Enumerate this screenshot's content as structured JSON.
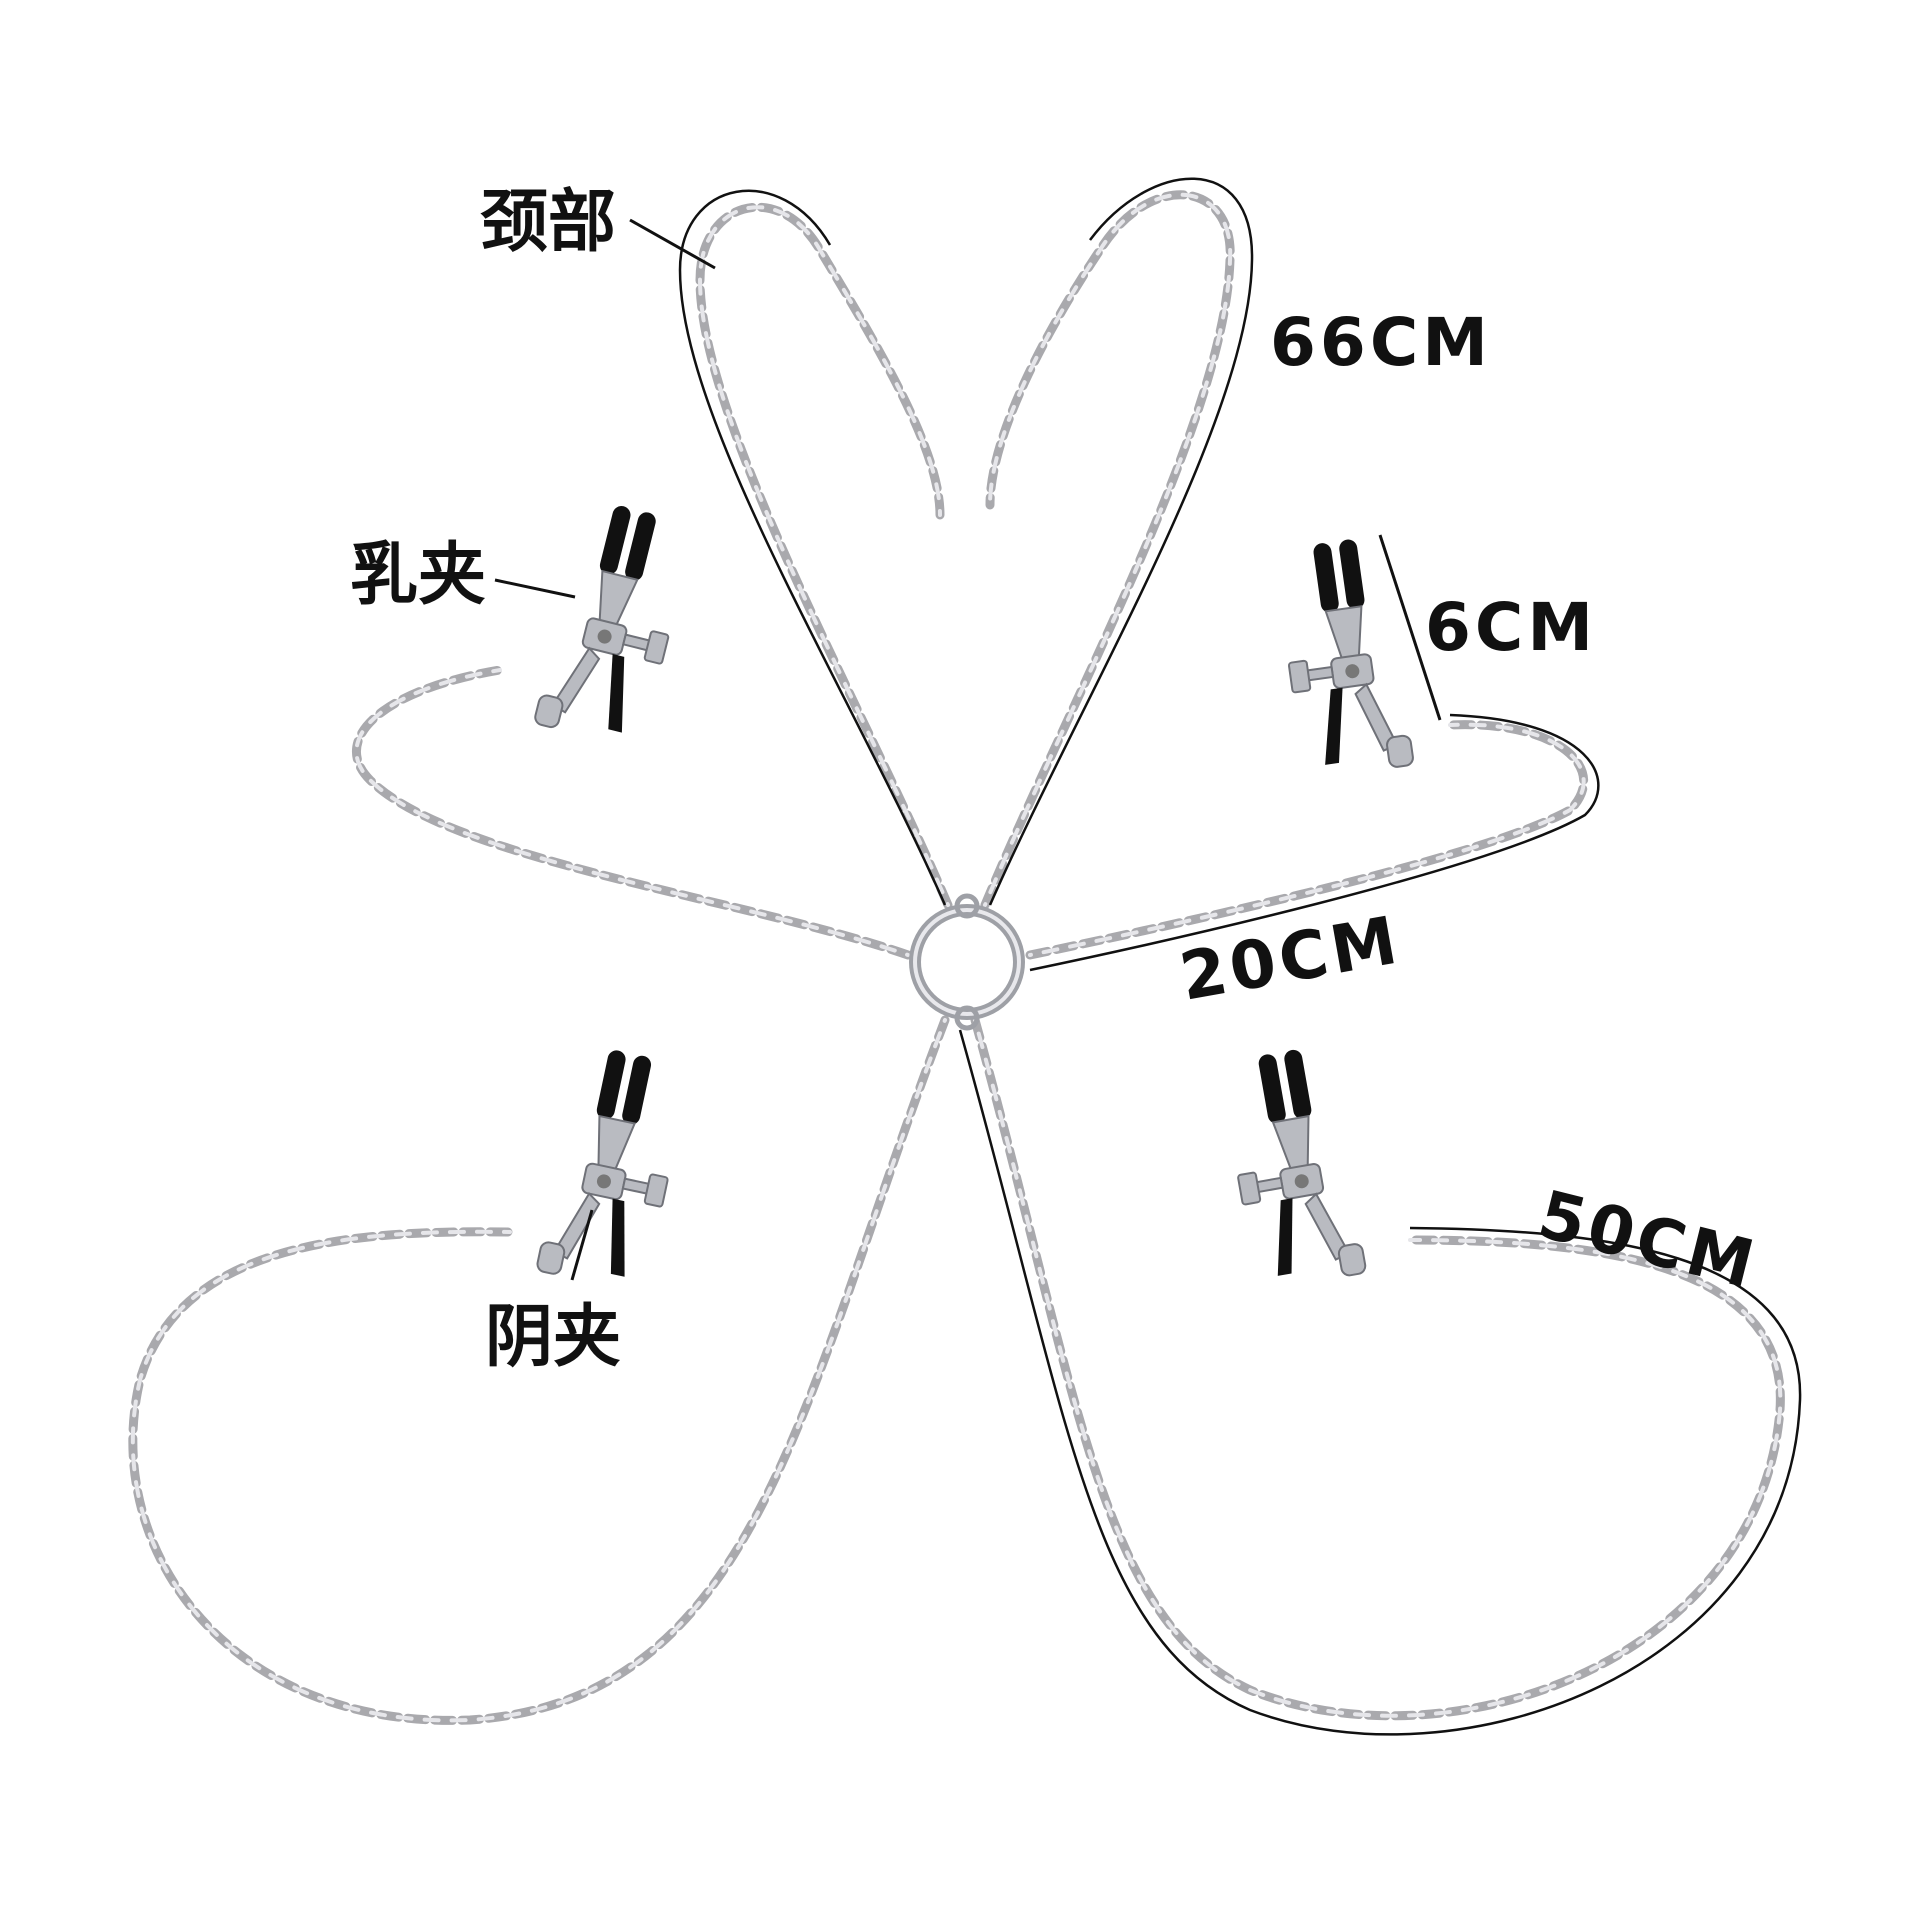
{
  "labels": {
    "neck": "颈部",
    "nipple_clamp": "乳夹",
    "clit_clamp": "阴夹"
  },
  "dimensions": {
    "neck_chain": "66CM",
    "clamp_length": "6CM",
    "short_chain": "20CM",
    "long_chain": "50CM"
  },
  "colors": {
    "chain": "#a9a9ad",
    "chain_highlight": "#e6e6ea",
    "clamp_metal": "#b9bbc1",
    "clamp_rubber": "#111111",
    "text": "#111111",
    "background": "#ffffff"
  }
}
